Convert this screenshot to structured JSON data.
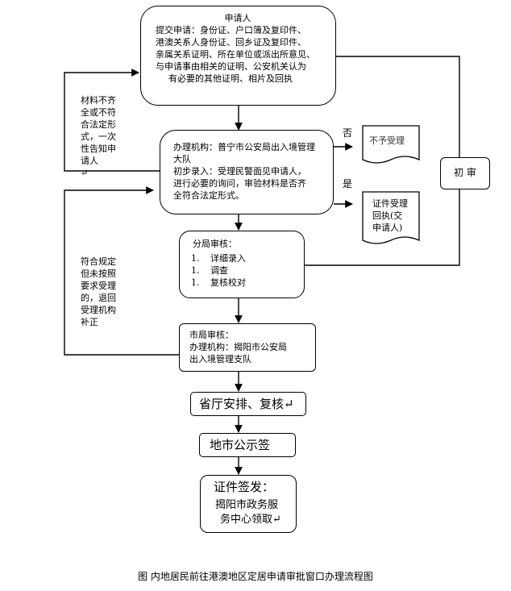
{
  "applicant": {
    "title": "申请人",
    "lines": [
      "提交申请：身份证、户口簿及复印件、",
      "港澳关系人身份证、回乡证及复印件、",
      "亲属关系证明、所在单位或派出所意见、",
      "与申请事由相关的证明、公安机关认为",
      "有必要的其他证明、相片及回执"
    ]
  },
  "handling": {
    "lines": [
      "办理机构：普宁市公安局出入境管理",
      "大队",
      "初步录入：受理民警面见申请人，",
      "进行必要的询问，审验材料是否齐",
      "全符合法定形式。"
    ]
  },
  "branch_review": {
    "title": "分局审核：",
    "items": [
      {
        "num": "1.",
        "text": "详细录入"
      },
      {
        "num": "1.",
        "text": "调查"
      },
      {
        "num": "1.",
        "text": "复核校对"
      }
    ]
  },
  "city_review": {
    "lines": [
      "市局审核：",
      "办理机构：揭阳市公安局",
      "出入境管理支队"
    ]
  },
  "province": {
    "text": "省厅安排、复核↵"
  },
  "publicity": {
    "text": "地市公示签"
  },
  "issue": {
    "lines": [
      "证件签发：",
      "揭阳市政务服",
      "务中心领取↵"
    ]
  },
  "reject_doc": {
    "text": "不予受理"
  },
  "receipt_doc": {
    "lines": [
      "证件受理",
      "回执(交",
      "申请人)"
    ]
  },
  "labels": {
    "no": "否",
    "yes": "是",
    "initial_review": "初 审"
  },
  "left_note_1": {
    "lines": [
      "材料不齐",
      "全或不符",
      "合法定形",
      "式，一次",
      "性告知申",
      "请人",
      "↵"
    ]
  },
  "left_note_2": {
    "lines": [
      "符合规定",
      "但未按照",
      "要求受理",
      "的，退回",
      "受理机构",
      "补正"
    ]
  },
  "caption": "图  内地居民前往港澳地区定居申请审批窗口办理流程图"
}
